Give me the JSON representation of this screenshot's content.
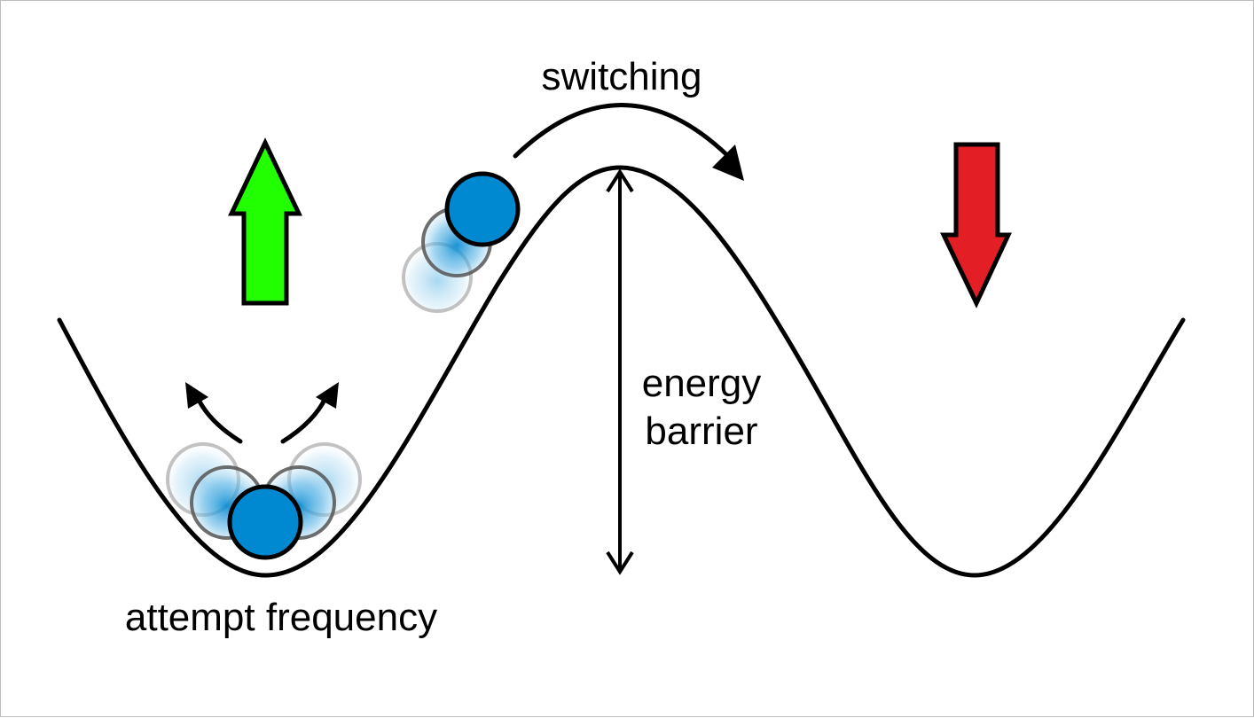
{
  "labels": {
    "switching": "switching",
    "energy_barrier_line1": "energy",
    "energy_barrier_line2": "barrier",
    "attempt_frequency": "attempt frequency"
  },
  "colors": {
    "background": "#ffffff",
    "curve": "#000000",
    "ball": "#0088d1",
    "ball_outline": "#000000",
    "up_arrow": "#22ff00",
    "down_arrow": "#e31e24"
  },
  "icons": {
    "up_arrow": "arrow-up-icon",
    "down_arrow": "arrow-down-icon",
    "ball": "particle-icon"
  }
}
